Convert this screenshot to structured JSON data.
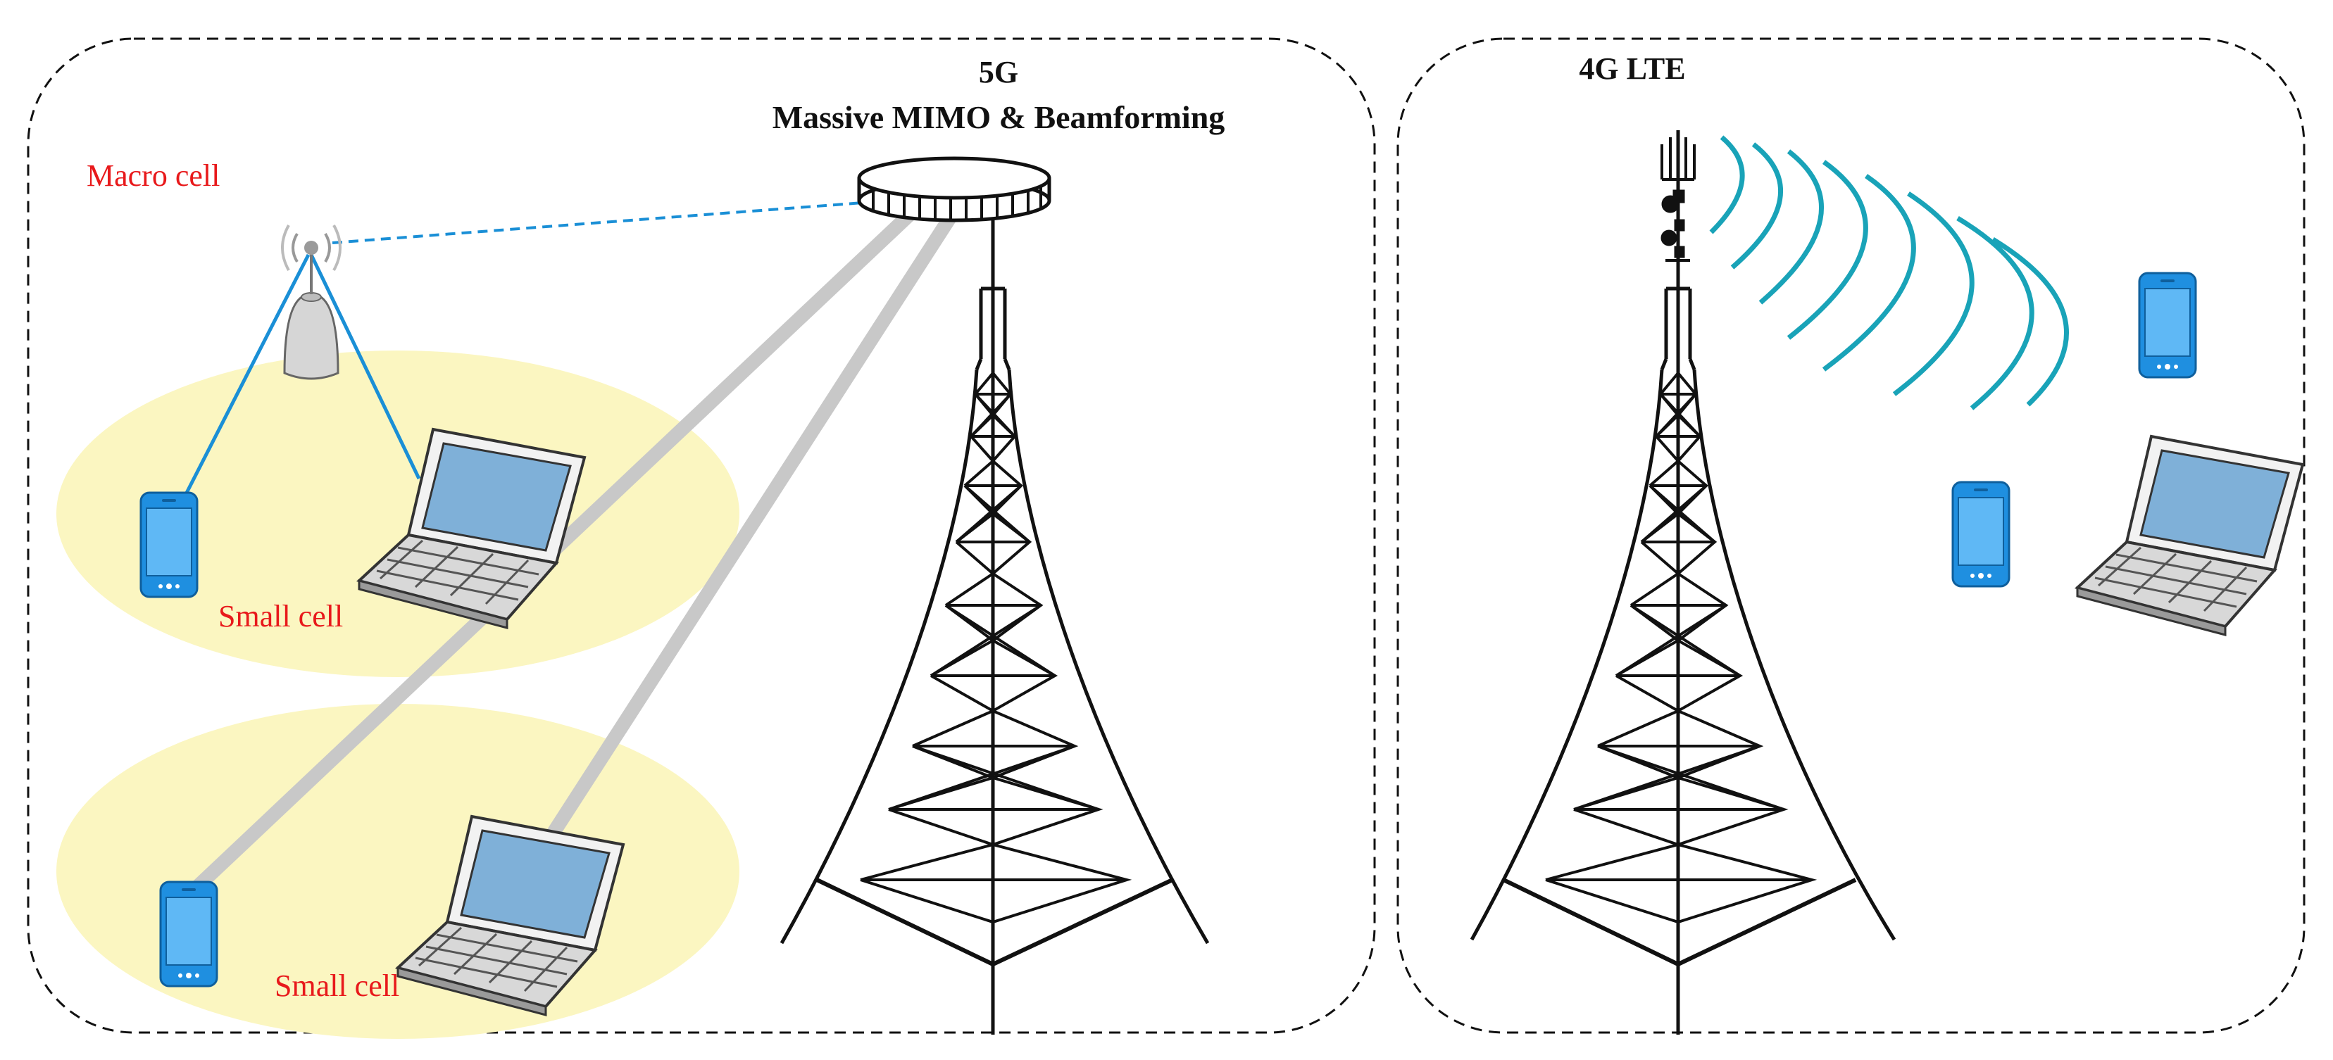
{
  "panels": {
    "left": {
      "title_line1": "5G",
      "title_line2": "Massive MIMO & Beamforming",
      "macro_cell_label": "Macro cell",
      "small_cell_label_1": "Small cell",
      "small_cell_label_2": "Small cell"
    },
    "right": {
      "title": "4G LTE"
    }
  },
  "colors": {
    "panel_border": "#111111",
    "small_cell_fill": "#fbf6c1",
    "macro_link": "#1a8fd6",
    "beam": "#c8c8c8",
    "wave": "#19a3b8",
    "label_red": "#e8191b",
    "phone_body": "#1f8fe0"
  },
  "icons": [
    "tower-5g",
    "massive-mimo-antenna",
    "macro-cell-antenna",
    "tower-4g",
    "lte-antenna-mast",
    "smartphone",
    "laptop",
    "radio-waves"
  ]
}
